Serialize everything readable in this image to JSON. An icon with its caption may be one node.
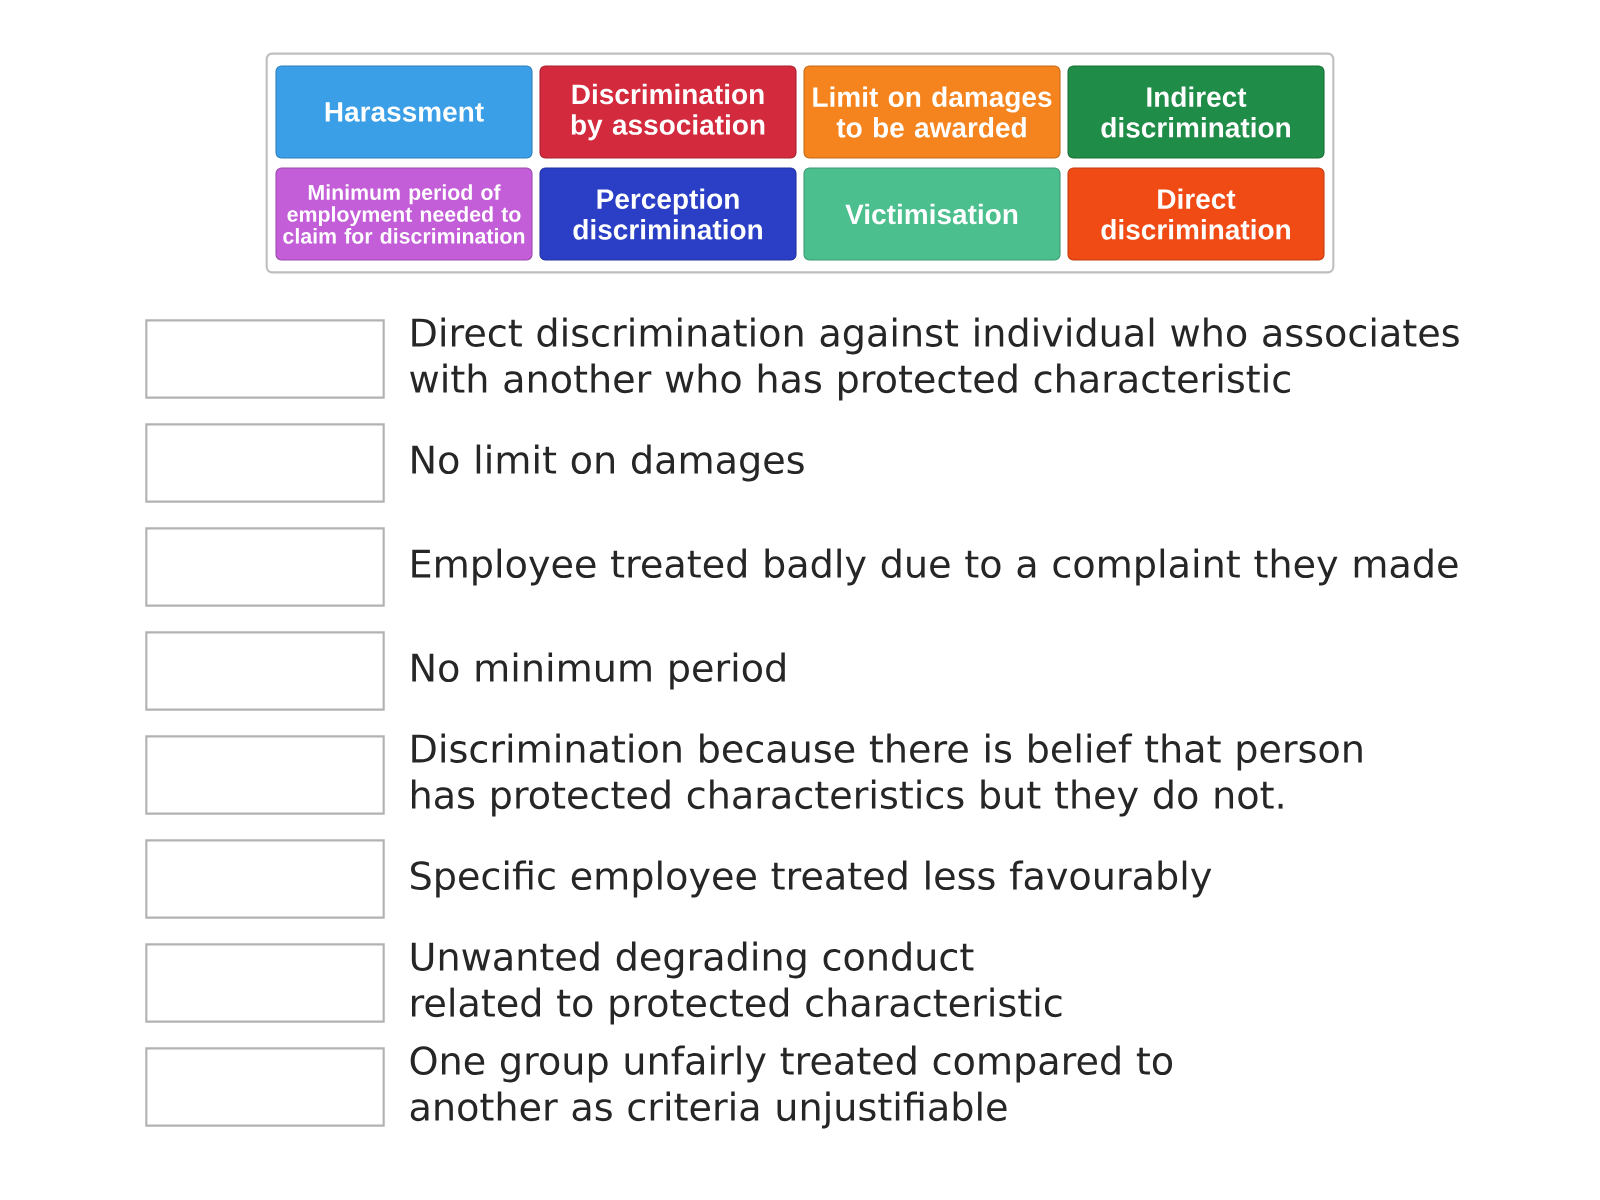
{
  "diagram": {
    "nodes": [
      {
        "text": [],
        "shape": "box"
      },
      {
        "text": [
          "Harassment"
        ],
        "in": 0
      },
      {
        "text": [
          "Discrimination by association"
        ],
        "in": 0
      },
      {
        "text": [
          "Limit on damages to be awarded"
        ],
        "in": 0
      },
      {
        "text": [
          "Indirect discrimination"
        ],
        "in": 0
      },
      {
        "text": [
          "Minimum period of employment needed to claim for discrimination"
        ],
        "in": 0
      },
      {
        "text": [
          "Perception discrimination"
        ],
        "in": 0
      },
      {
        "text": [
          "Victimisation"
        ],
        "in": 0
      },
      {
        "text": [
          "Direct discrimination"
        ],
        "in": 0
      },
      {
        "text": [],
        "shape": "box",
        "beside": [
          "Direct discrimination against individual who associates with another who has protected characteristic"
        ]
      },
      {
        "text": [],
        "shape": "box",
        "beside": [
          "No limit on damages"
        ]
      },
      {
        "text": [],
        "shape": "box",
        "beside": [
          "Employee treated badly due to a complaint they made"
        ]
      },
      {
        "text": [],
        "shape": "box",
        "beside": [
          "No minimum period"
        ]
      },
      {
        "text": [],
        "shape": "box",
        "beside": [
          "Discrimination because there is belief that person has protected characteristics but they do not."
        ]
      },
      {
        "text": [],
        "shape": "box",
        "beside": [
          "Specific employee treated less favourably"
        ]
      },
      {
        "text": [],
        "shape": "box",
        "beside": [
          "Unwanted degrading conduct related to protected characteristic"
        ]
      },
      {
        "text": [],
        "shape": "box",
        "beside": [
          "One group unfairly treated compared to another as criteria unjustifiable"
        ]
      }
    ],
    "edges": []
  }
}
